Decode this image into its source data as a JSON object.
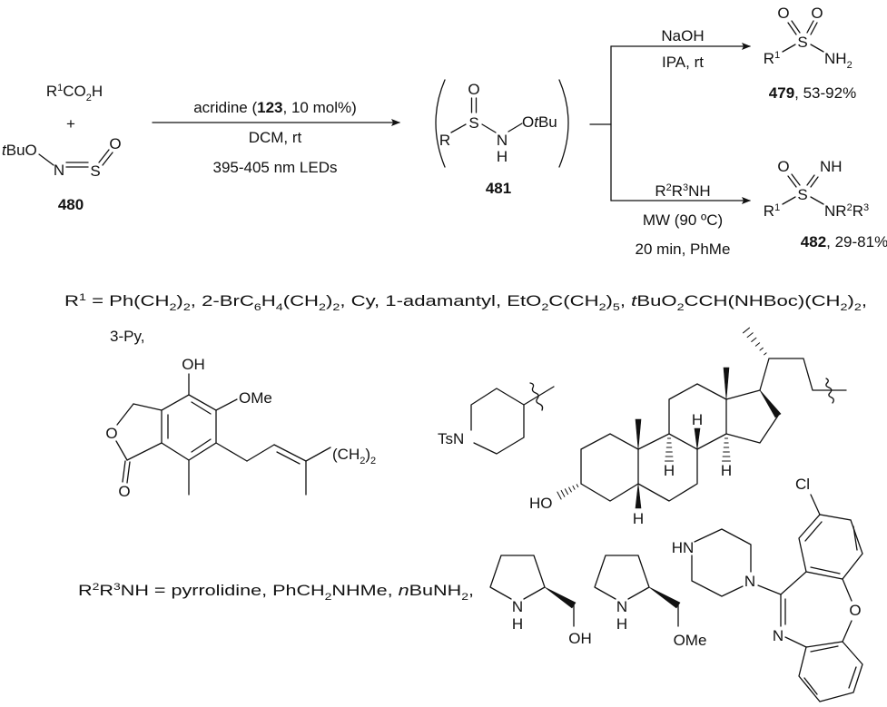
{
  "reactants": {
    "acid": [
      "R",
      {
        "t": "1",
        "s": "sup"
      },
      "CO",
      {
        "t": "2",
        "s": "sub"
      },
      "H"
    ],
    "plus": "+",
    "nso_tbuo": [
      {
        "t": "t",
        "i": true
      },
      "BuO"
    ],
    "nso_n": "N",
    "nso_s": "S",
    "nso_o": "O",
    "label": "480"
  },
  "step1": {
    "line1": [
      "acridine (",
      {
        "t": "123",
        "b": true
      },
      ", 10 mol%)"
    ],
    "line2": "DCM, rt",
    "line3": "395-405 nm LEDs"
  },
  "intermediate": {
    "o": "O",
    "s": "S",
    "r": "R",
    "n": "N",
    "h": "H",
    "otbu": [
      "O",
      {
        "t": "t",
        "i": true
      },
      "Bu"
    ],
    "label": "481"
  },
  "branch_top": {
    "line1": "NaOH",
    "line2": "IPA, rt",
    "product": {
      "o1": "O",
      "o2": "O",
      "s": "S",
      "r1": [
        "R",
        {
          "t": "1",
          "s": "sup"
        }
      ],
      "nh2": [
        "NH",
        {
          "t": "2",
          "s": "sub"
        }
      ],
      "label": [
        {
          "t": "479",
          "b": true
        },
        ", 53-92%"
      ]
    }
  },
  "branch_bottom": {
    "line1": [
      "R",
      {
        "t": "2",
        "s": "sup"
      },
      "R",
      {
        "t": "3",
        "s": "sup"
      },
      "NH"
    ],
    "line2": "MW (90 ºC)",
    "line3": "20 min, PhMe",
    "product": {
      "o": "O",
      "nh": "NH",
      "s": "S",
      "r1": [
        "R",
        {
          "t": "1",
          "s": "sup"
        }
      ],
      "nr2r3": [
        "NR",
        {
          "t": "2",
          "s": "sup"
        },
        "R",
        {
          "t": "3",
          "s": "sup"
        }
      ],
      "label": [
        {
          "t": "482",
          "b": true
        },
        ", 29-81%"
      ]
    }
  },
  "r1_scope": {
    "line1": [
      "R",
      {
        "t": "1",
        "s": "sup"
      },
      " = Ph(CH",
      {
        "t": "2",
        "s": "sub"
      },
      ")",
      {
        "t": "2",
        "s": "sub"
      },
      ", 2-BrC",
      {
        "t": "6",
        "s": "sub"
      },
      "H",
      {
        "t": "4",
        "s": "sub"
      },
      "(CH",
      {
        "t": "2",
        "s": "sub"
      },
      ")",
      {
        "t": "2",
        "s": "sub"
      },
      ", Cy, 1-adamantyl, EtO",
      {
        "t": "2",
        "s": "sub"
      },
      "C(CH",
      {
        "t": "2",
        "s": "sub"
      },
      ")",
      {
        "t": "5",
        "s": "sub"
      },
      ", ",
      {
        "t": "t",
        "i": true
      },
      "BuO",
      {
        "t": "2",
        "s": "sub"
      },
      "CCH(NHBoc)(CH",
      {
        "t": "2",
        "s": "sub"
      },
      ")",
      {
        "t": "2",
        "s": "sub"
      },
      ","
    ],
    "line2": "3-Py,",
    "mycophenolic": {
      "oh": "OH",
      "ome": "OMe",
      "o_ring": "O",
      "o_carbonyl": "O",
      "chain": [
        "(CH",
        {
          "t": "2",
          "s": "sub"
        },
        ")",
        {
          "t": "2",
          "s": "sub"
        }
      ]
    },
    "piperidine": {
      "tsn": "TsN"
    },
    "steroid": {
      "ho": "HO",
      "h5": "H",
      "h9": "H",
      "h8": "H",
      "h14": "H"
    }
  },
  "amine_scope": {
    "line": [
      "R",
      {
        "t": "2",
        "s": "sup"
      },
      "R",
      {
        "t": "3",
        "s": "sup"
      },
      "NH = pyrrolidine, PhCH",
      {
        "t": "2",
        "s": "sub"
      },
      "NHMe, ",
      {
        "t": "n",
        "i": true
      },
      "BuNH",
      {
        "t": "2",
        "s": "sub"
      },
      ","
    ],
    "prolinol": {
      "n": "N",
      "h": "H",
      "oh": "OH"
    },
    "methoxy_prolinol": {
      "n": "N",
      "h": "H",
      "ome": "OMe"
    },
    "desmethyl_clozapine": {
      "hn": "HN",
      "n_pip": "N",
      "n_imine": "N",
      "o": "O",
      "cl": "Cl"
    }
  }
}
